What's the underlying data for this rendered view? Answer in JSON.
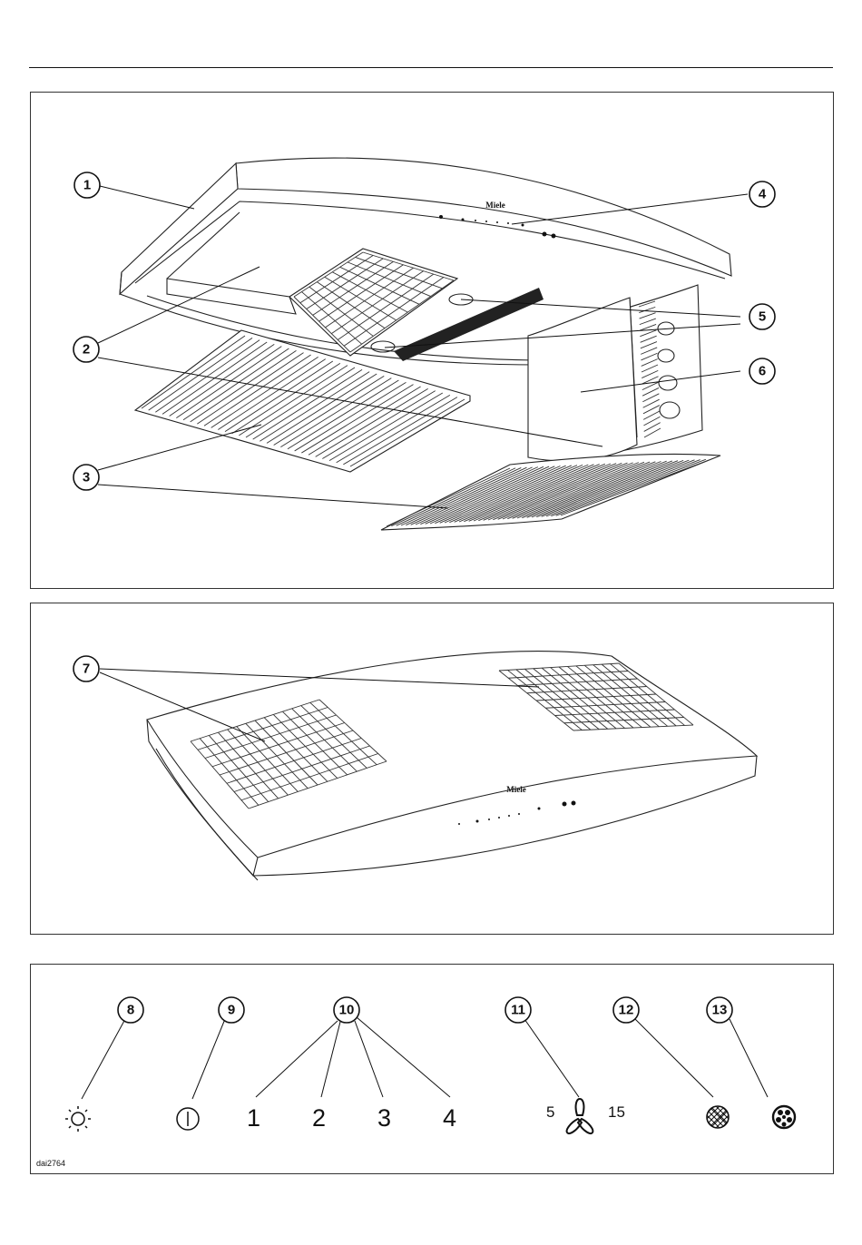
{
  "brand_label": "Miele",
  "reference_code": "dai2764",
  "callouts": {
    "c1": "1",
    "c2": "2",
    "c3": "3",
    "c4": "4",
    "c5": "5",
    "c6": "6",
    "c7": "7",
    "c8": "8",
    "c9": "9",
    "c10": "10",
    "c11": "11",
    "c12": "12",
    "c13": "13"
  },
  "controls": {
    "fan_speeds": [
      "1",
      "2",
      "3",
      "4"
    ],
    "run_on_min": "5",
    "run_on_max": "15"
  },
  "icons": {
    "light": "light-sun-icon",
    "power": "power-icon",
    "fan": "fan-run-on-icon",
    "grease_filter": "grease-filter-saturation-icon",
    "charcoal_filter": "charcoal-filter-saturation-icon"
  }
}
